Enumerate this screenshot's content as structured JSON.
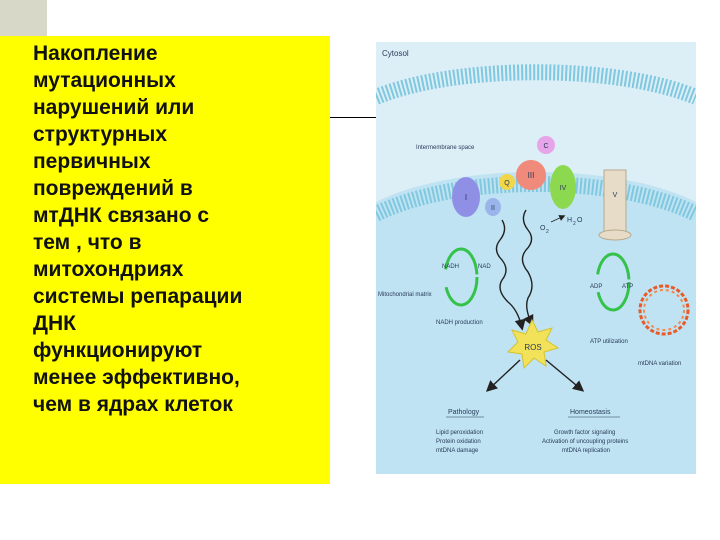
{
  "main_text": "Накопление\nмутационных\nнарушений или\nструктурных\nпервичных\nповреждений  в\nмтДНК связано с\nтем , что в\nмитохондриях\nсистемы репарации\nДНК\nфункционируют\nменее эффективно,\nчем в ядрах клеток",
  "diagram": {
    "cytosol": "Cytosol",
    "intermembrane_space": "Intermembrane space",
    "mitochondrial_matrix": "Mitochondrial matrix",
    "complex_I": "I",
    "complex_II": "II",
    "coenzyme_Q": "Q",
    "complex_III": "III",
    "cytochrome_c": "C",
    "complex_IV": "IV",
    "complex_V": "V",
    "o2": "O",
    "h2o": "H",
    "nadh": "NADH",
    "nad": "NAD",
    "adp": "ADP",
    "atp": "ATP",
    "nadh_production": "NADH production",
    "atp_utilization": "ATP utilization",
    "ros": "ROS",
    "mtdna_variation": "mtDNA variation",
    "pathology": "Pathology",
    "pathology_items": [
      "Lipid peroxidation",
      "Protein oxidation",
      "mtDNA damage"
    ],
    "homeostasis": "Homeostasis",
    "homeostasis_items": [
      "Growth factor signaling",
      "Activation of uncoupling proteins",
      "mtDNA replication"
    ]
  },
  "colors": {
    "slide_bg": "#ffffff",
    "textbox_bg": "#ffff00",
    "corner": "#d8d8c8",
    "cytosol_bg": "#dceef6",
    "matrix_bg": "#bfe3f2",
    "membrane": "#7fc8df",
    "complex_I": "#8f8fe6",
    "complex_II": "#9bb5ec",
    "coenzyme_Q": "#f2d64a",
    "complex_III": "#f08a7a",
    "cytochrome_c": "#e6a5e8",
    "complex_IV": "#8cd84e",
    "complex_V": "#e6dcc8",
    "green_arrow": "#35c24a",
    "ros": "#f2e25a",
    "mtdna": "#e85a2a"
  }
}
